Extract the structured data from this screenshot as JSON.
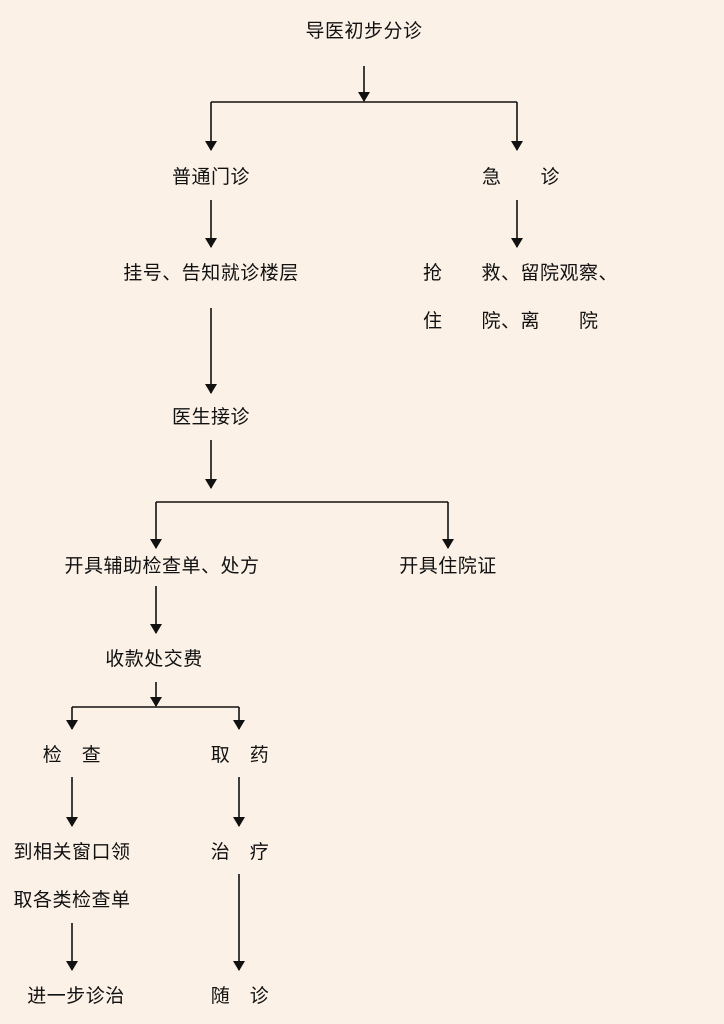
{
  "nodes": {
    "triage": "导医初步分诊",
    "outpatient": "普通门诊",
    "emergency": "急　　诊",
    "register": "挂号、告知就诊楼层",
    "em_line1": "抢　　救、留院观察、",
    "em_line2": "住　　院、离　　院",
    "doctor": "医生接诊",
    "issue_tests": "开具辅助检查单、处方",
    "issue_admission": "开具住院证",
    "payment": "收款处交费",
    "exam": "检　查",
    "medicine": "取　药",
    "collect_line1": "到相关窗口领",
    "collect_line2": "取各类检查单",
    "treatment": "治　疗",
    "further": "进一步诊治",
    "followup": "随　诊"
  },
  "colors": {
    "background": "#fbf1e7",
    "line": "#111111",
    "text": "#111111"
  }
}
